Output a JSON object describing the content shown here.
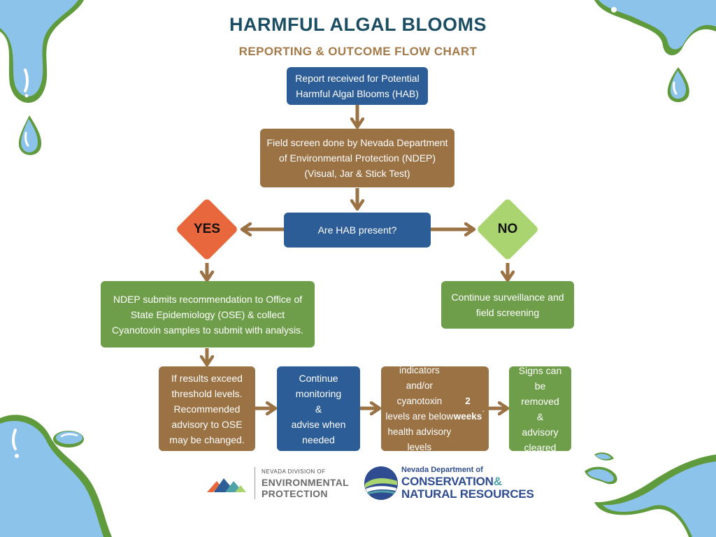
{
  "header": {
    "title": "HARMFUL ALGAL BLOOMS",
    "subtitle": "REPORTING & OUTCOME FLOW CHART"
  },
  "nodes": {
    "report": "Report received for Potential\nHarmful Algal Blooms (HAB)",
    "field_screen": "Field screen done by Nevada Department\nof Environmental Protection (NDEP)\n(Visual, Jar & Stick Test)",
    "question": "Are HAB present?",
    "yes": "YES",
    "no": "NO",
    "ndep_submits": "NDEP submits recommendation to Office of\nState Epidemiology (OSE) & collect\nCyanotoxin samples to submit with analysis.",
    "continue_surveillance": "Continue surveillance and\nfield screening",
    "exceed": "If results exceed\nthreshold levels.\nRecommended\nadvisory to OSE\nmay be changed.",
    "continue_monitoring": "Continue\nmonitoring\n&\nadvise when\nneeded",
    "visual_indicators_text": "Visual indicators\nand/or cyanotoxin\nlevels are below\nhealth advisory levels\nfor at least ",
    "visual_indicators_bold": "2 weeks",
    "visual_indicators_end": ".",
    "signs": "Signs can be\nremoved\n&\nadvisory\ncleared"
  },
  "logos": {
    "ndep_small": "NEVADA DIVISION OF",
    "ndep_line1": "ENVIRONMENTAL",
    "ndep_line2": "PROTECTION",
    "dcnr_small": "Nevada Department of",
    "dcnr_line1": "CONSERVATION",
    "dcnr_amp": "&",
    "dcnr_line2": "NATURAL RESOURCES"
  },
  "colors": {
    "title": "#1b4e63",
    "subtitle": "#a57a4a",
    "blue_box": "#2d5d97",
    "brown_box": "#9a7244",
    "green_box": "#6f9e4a",
    "yes_diamond": "#e8673c",
    "no_diamond": "#a9d46f",
    "arrow": "#9a7244",
    "water_blue": "#8cc3ea",
    "water_green": "#5f9a3c"
  }
}
